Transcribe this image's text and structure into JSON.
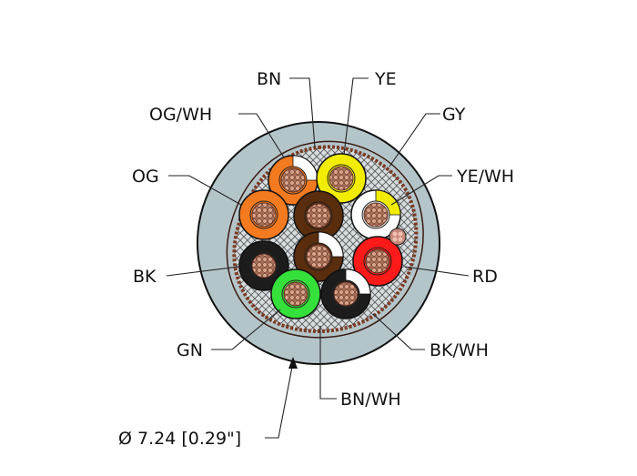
{
  "labels": {
    "bn": "BN",
    "ye": "YE",
    "og_wh": "OG/WH",
    "gy": "GY",
    "og": "OG",
    "ye_wh": "YE/WH",
    "bk": "BK",
    "rd": "RD",
    "gn": "GN",
    "bk_wh": "BK/WH",
    "bn_wh": "BN/WH",
    "diameter": "Ø 7.24 [0.29\"]"
  },
  "colors": {
    "jacket": "#b4c5ca",
    "brown": "#5a2d0c",
    "yellow": "#f2ec00",
    "orange": "#f47a20",
    "green": "#35e03a",
    "red": "#ff1a1a",
    "black": "#1c1c1c",
    "white": "#ffffff",
    "copper": "#c99178",
    "braid": "#8a4a2a"
  }
}
